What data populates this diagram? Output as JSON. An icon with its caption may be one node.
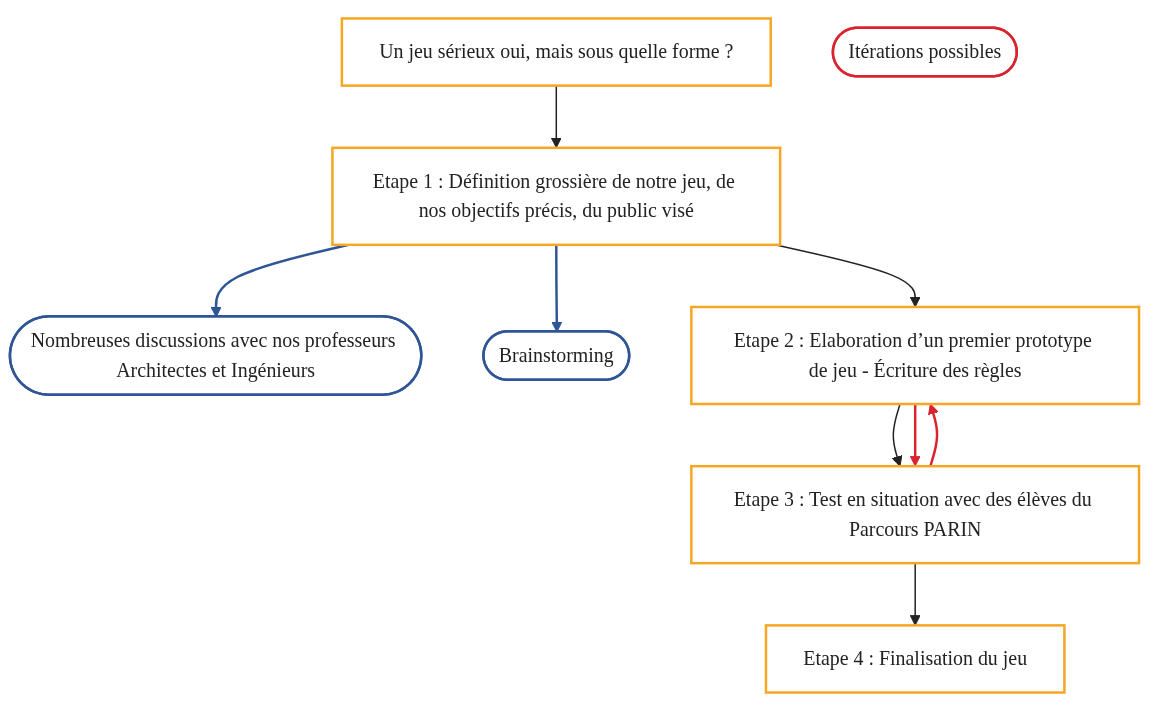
{
  "diagram": {
    "nodes": [
      {
        "text": [
          "Un jeu sérieux oui, mais sous quelle forme ?"
        ]
      },
      {
        "text": [
          "Nombreuses discussions avec nos professeurs Architectes et Ingénieurs"
        ]
      },
      {
        "text": [
          "Etape 1 : Définition grossière de notre jeu, de nos objectifs précis, du public visé"
        ]
      },
      {
        "text": [
          "Brainstorming"
        ]
      },
      {
        "text": [
          "Etape 2 : Elaboration d’un premier prototype de jeu - Écriture des règles"
        ]
      },
      {
        "text": [
          "Etape 3 : Test en situation avec des élèves du Parcours PARIN"
        ]
      },
      {
        "text": [
          "Itérations possibles"
        ]
      },
      {
        "text": [
          "Etape 4 : Finalisation du jeu"
        ]
      }
    ],
    "edges": [
      {
        "from": 0,
        "to": 2,
        "arrow": "to"
      },
      {
        "from": 2,
        "to": 3,
        "arrow": "to",
        "color": "#2f5597"
      },
      {
        "from": 2,
        "to": 1,
        "arrow": "to",
        "color": "#2f5597"
      },
      {
        "from": 2,
        "to": 4,
        "arrow": "to"
      },
      {
        "from": 4,
        "to": 5,
        "arrow": "to"
      },
      {
        "from": 5,
        "to": 4,
        "arrow": "to",
        "color": "#d9232e"
      },
      {
        "from": 4,
        "to": 5,
        "arrow": "to",
        "color": "#d9232e"
      },
      {
        "from": 5,
        "to": 7,
        "arrow": "to"
      }
    ]
  }
}
